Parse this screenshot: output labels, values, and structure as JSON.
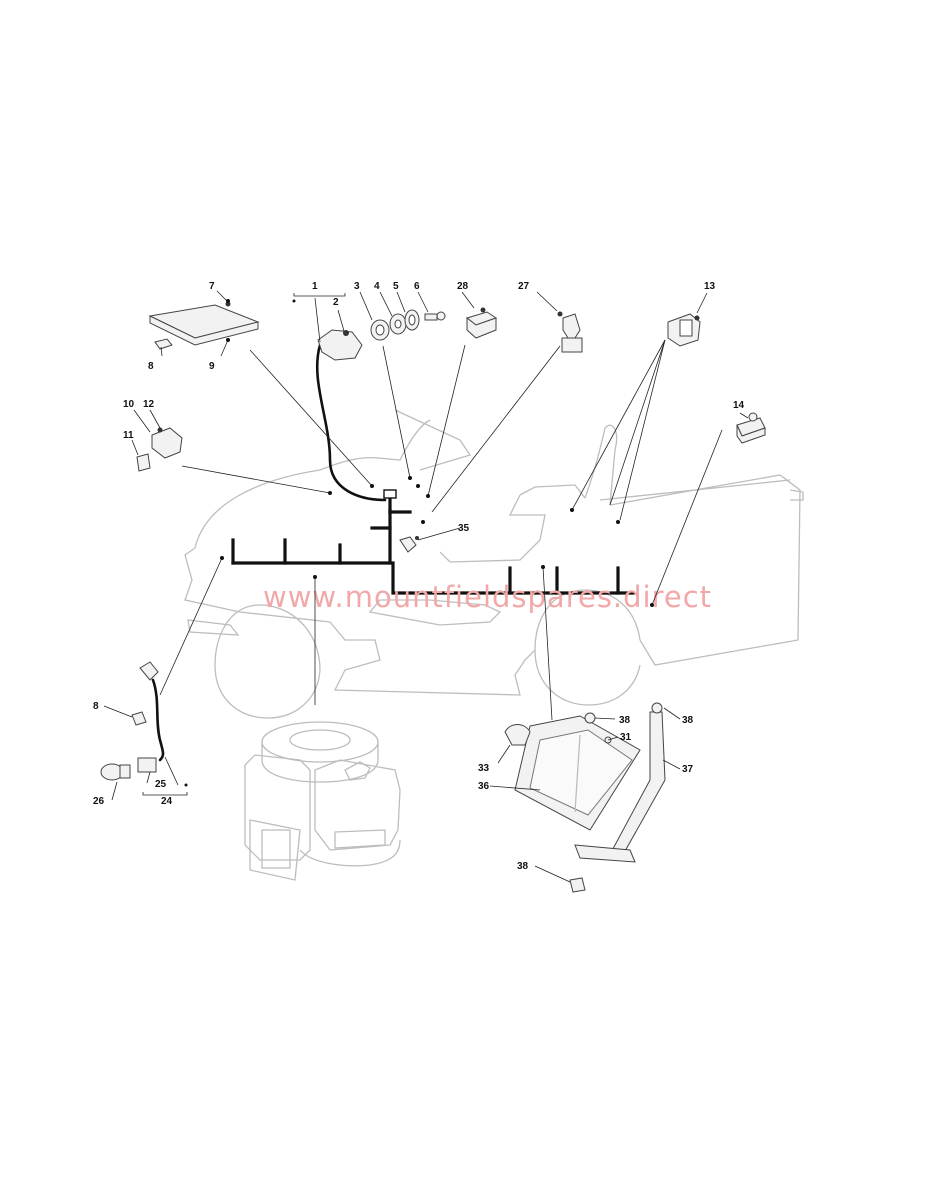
{
  "watermark": "www.mountfieldspares.direct",
  "callouts": [
    "1",
    "2",
    "3",
    "4",
    "5",
    "6",
    "28",
    "27",
    "13",
    "7",
    "8",
    "9",
    "10",
    "12",
    "11",
    "14",
    "35",
    "8",
    "25",
    "26",
    "24",
    "38",
    "31",
    "33",
    "36",
    "38",
    "37",
    "38"
  ]
}
